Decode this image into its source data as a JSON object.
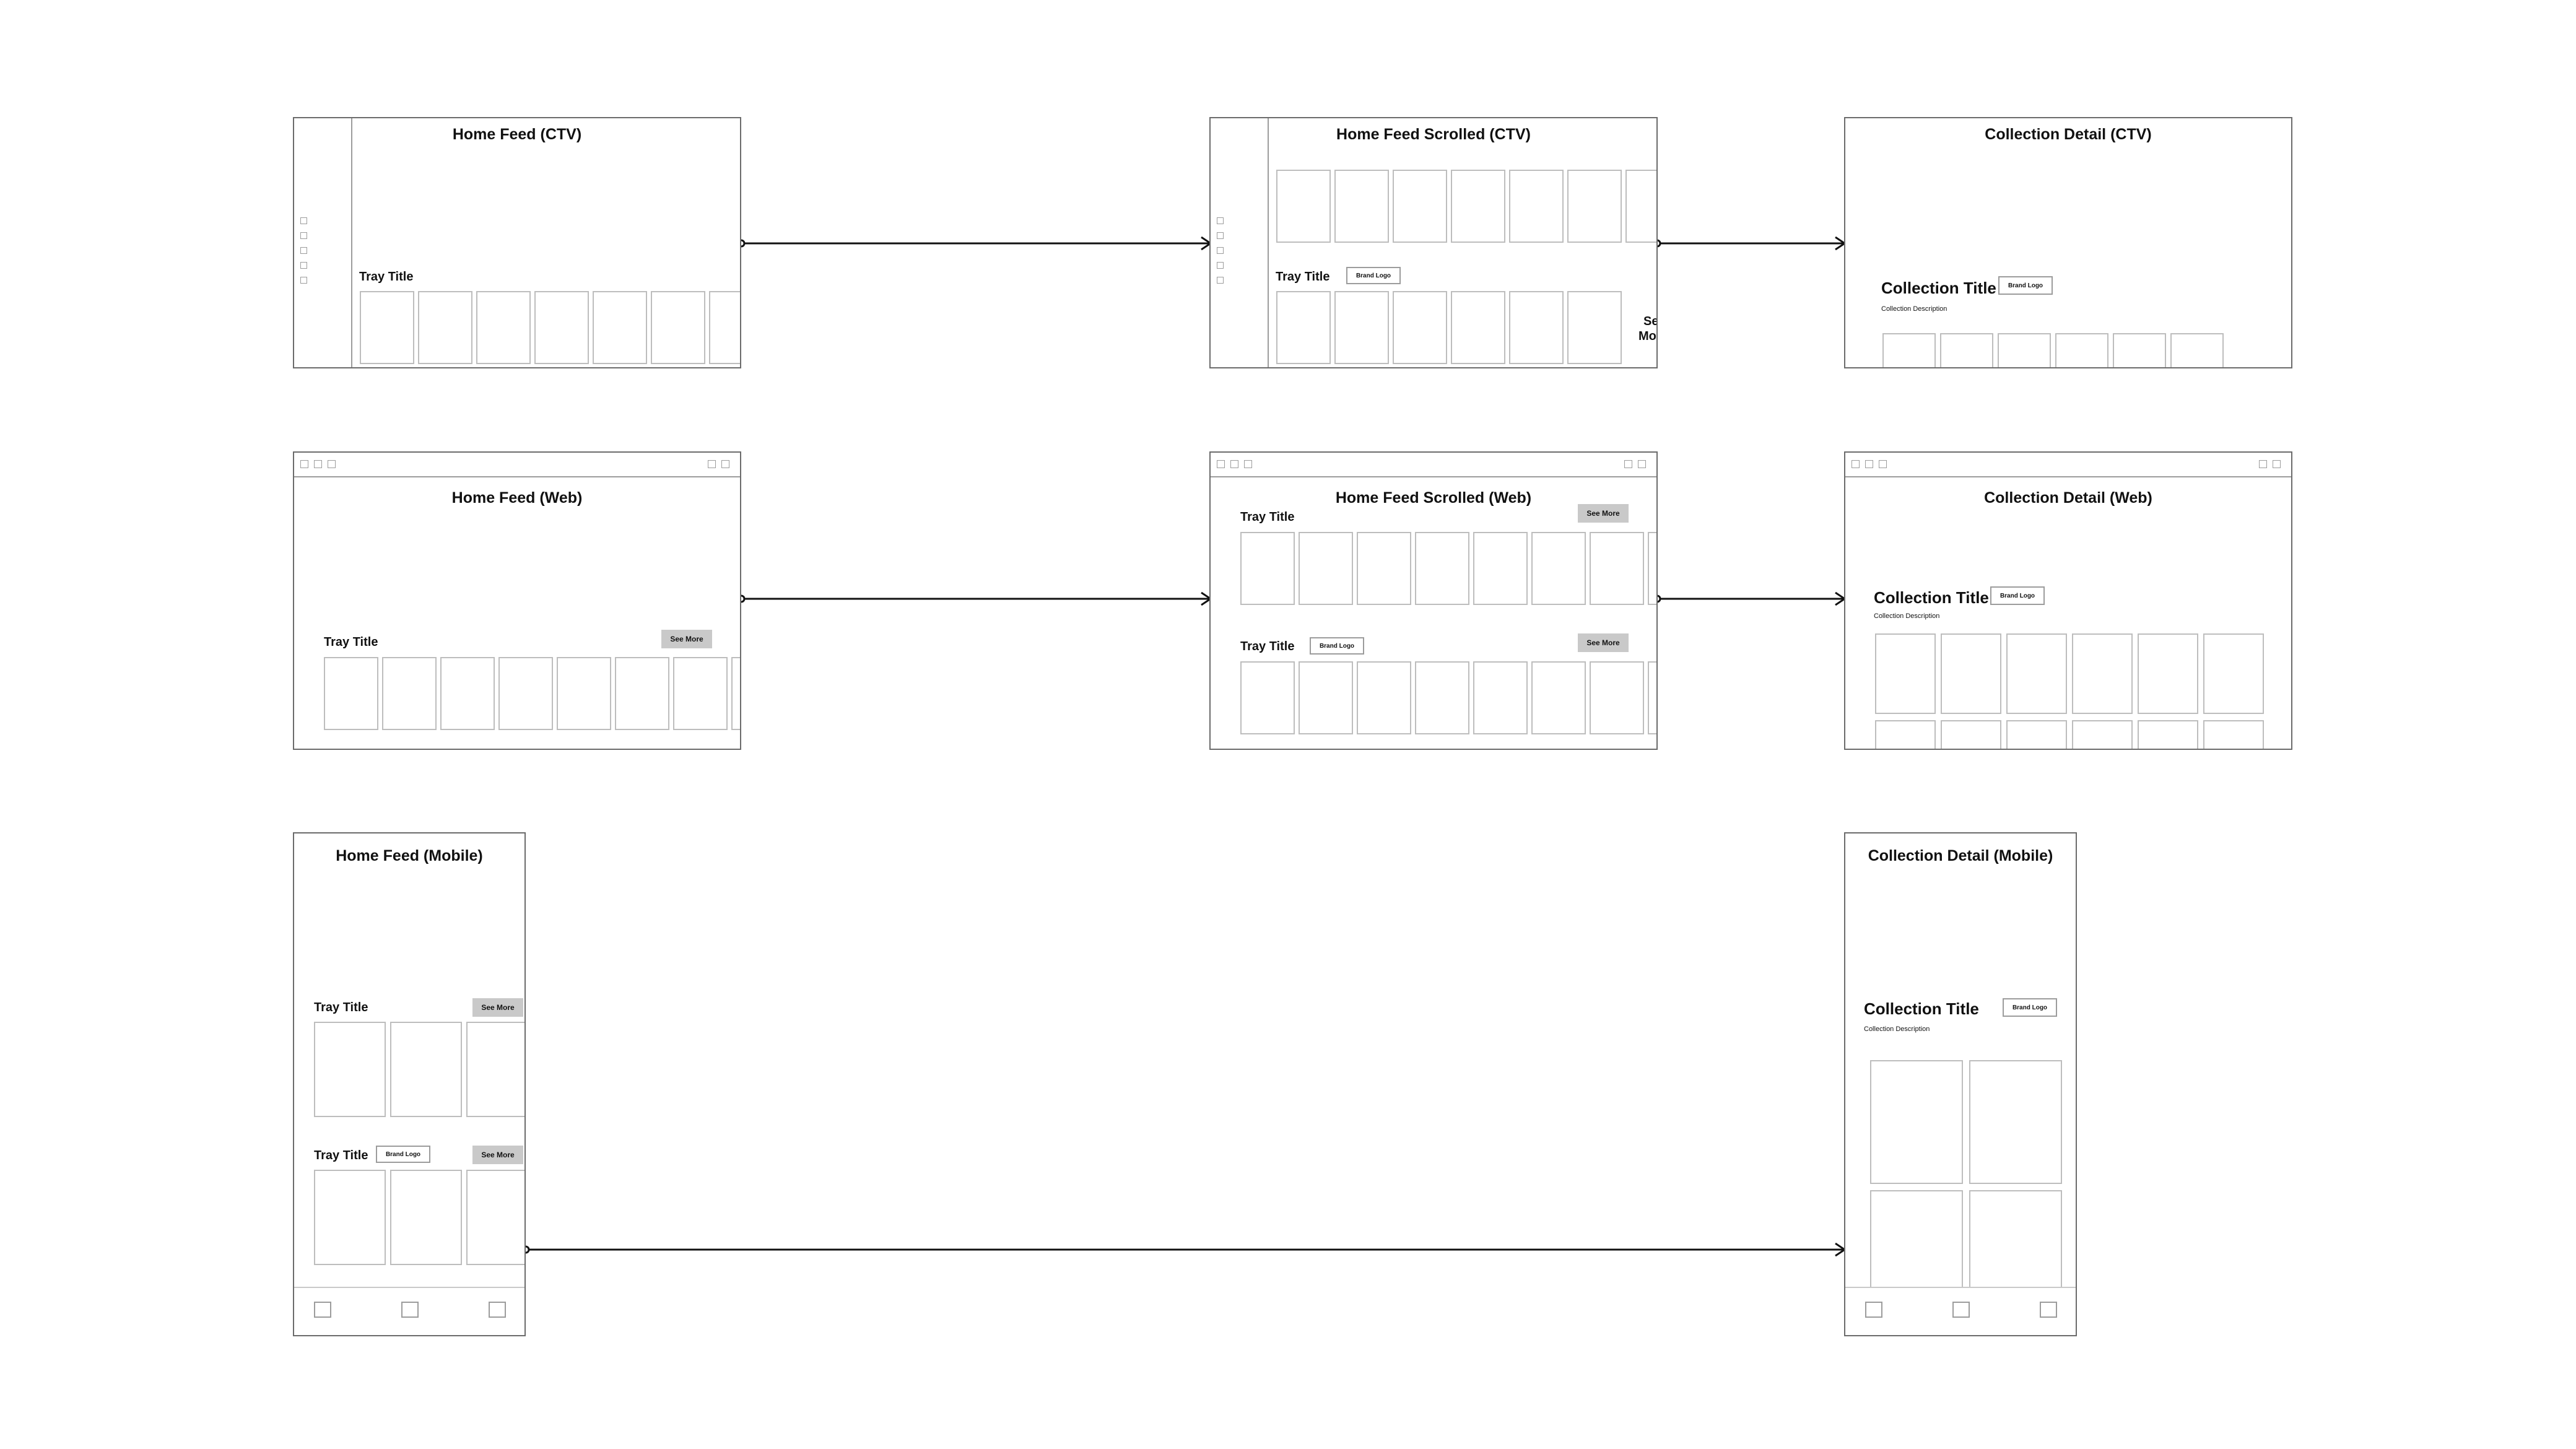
{
  "frames": {
    "home_ctv": {
      "title": "Home Feed (CTV)",
      "tray_title": "Tray Title"
    },
    "home_scrolled_ctv": {
      "title": "Home Feed Scrolled (CTV)",
      "tray_title": "Tray Title",
      "brand_logo": "Brand Logo",
      "see_more_line1": "Se",
      "see_more_line2": "Mo"
    },
    "collection_ctv": {
      "title": "Collection Detail (CTV)",
      "collection_title": "Collection Title",
      "brand_logo": "Brand Logo",
      "description": "Collection Description"
    },
    "home_web": {
      "title": "Home Feed (Web)",
      "tray_title": "Tray Title",
      "see_more": "See More"
    },
    "home_scrolled_web": {
      "title": "Home Feed Scrolled (Web)",
      "tray1_title": "Tray Title",
      "tray1_see_more": "See More",
      "tray2_title": "Tray Title",
      "tray2_brand_logo": "Brand Logo",
      "tray2_see_more": "See More"
    },
    "collection_web": {
      "title": "Collection Detail (Web)",
      "collection_title": "Collection Title",
      "brand_logo": "Brand Logo",
      "description": "Collection Description"
    },
    "home_mobile": {
      "title": "Home Feed (Mobile)",
      "tray1_title": "Tray Title",
      "tray1_see_more": "See More",
      "tray2_title": "Tray Title",
      "tray2_brand_logo": "Brand Logo",
      "tray2_see_more": "See More"
    },
    "collection_mobile": {
      "title": "Collection Detail (Mobile)",
      "collection_title": "Collection Title",
      "brand_logo": "Brand Logo",
      "description": "Collection Description"
    }
  },
  "connections": [
    {
      "from": "home_ctv",
      "to": "home_scrolled_ctv"
    },
    {
      "from": "home_scrolled_ctv",
      "to": "collection_ctv"
    },
    {
      "from": "home_web",
      "to": "home_scrolled_web"
    },
    {
      "from": "home_scrolled_web",
      "to": "collection_web"
    },
    {
      "from": "home_mobile",
      "to": "collection_mobile"
    }
  ],
  "colors": {
    "frame_border": "#6b6b6b",
    "tile_border": "#bdbdbd",
    "see_more_fill": "#c9c9c9",
    "connector": "#111111"
  }
}
